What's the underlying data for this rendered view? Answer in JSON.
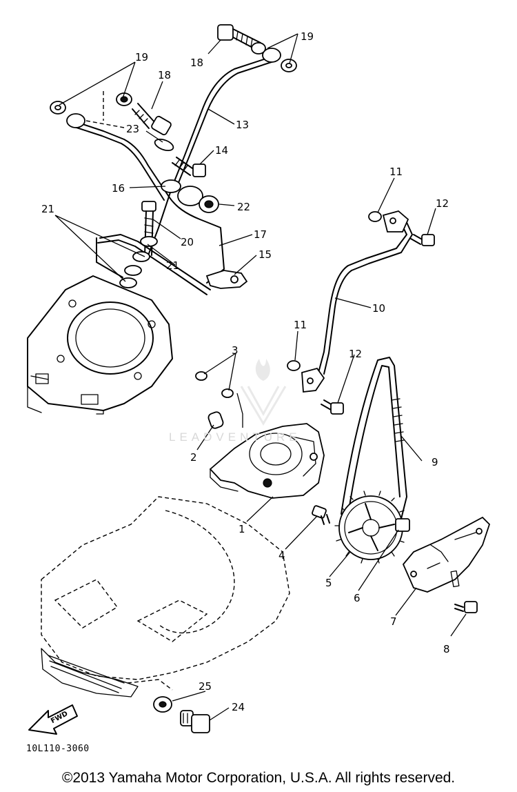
{
  "diagram": {
    "code": "10L110-3060",
    "copyright": "©2013 Yamaha Motor Corporation, U.S.A. All rights reserved.",
    "watermark": "LEADVENTURE",
    "fwd_label": "FWD",
    "labels": {
      "p1": "1",
      "p2": "2",
      "p3": "3",
      "p4": "4",
      "p5": "5",
      "p6": "6",
      "p7": "7",
      "p8": "8",
      "p9": "9",
      "p10": "10",
      "p11a": "11",
      "p11b": "11",
      "p12a": "12",
      "p12b": "12",
      "p13": "13",
      "p14": "14",
      "p15": "15",
      "p16": "16",
      "p17": "17",
      "p18a": "18",
      "p18b": "18",
      "p19a": "19",
      "p19b": "19",
      "p20": "20",
      "p21a": "21",
      "p21b": "21",
      "p22": "22",
      "p23": "23",
      "p24": "24",
      "p25": "25"
    }
  }
}
